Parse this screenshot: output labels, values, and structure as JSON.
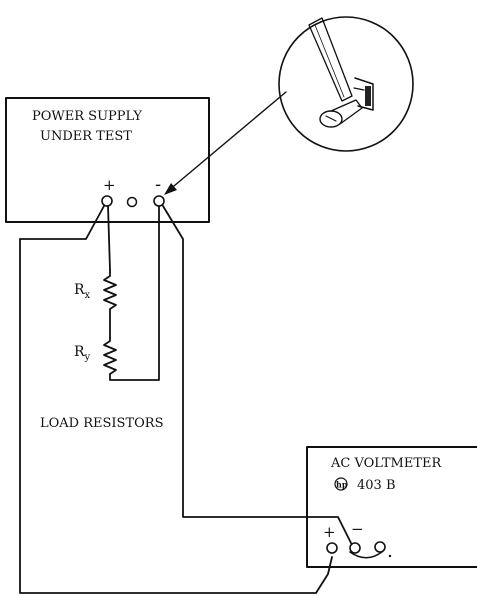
{
  "power_supply": {
    "title_line1": "POWER SUPPLY",
    "title_line2": "UNDER TEST",
    "plus": "+",
    "minus": "-"
  },
  "resistors": {
    "rx_label": "R",
    "rx_sub": "x",
    "ry_label": "R",
    "ry_sub": "y",
    "caption": "LOAD RESISTORS"
  },
  "voltmeter": {
    "title": "AC VOLTMETER",
    "logo": "hp",
    "model": "403 B",
    "plus": "+",
    "minus": "−"
  }
}
